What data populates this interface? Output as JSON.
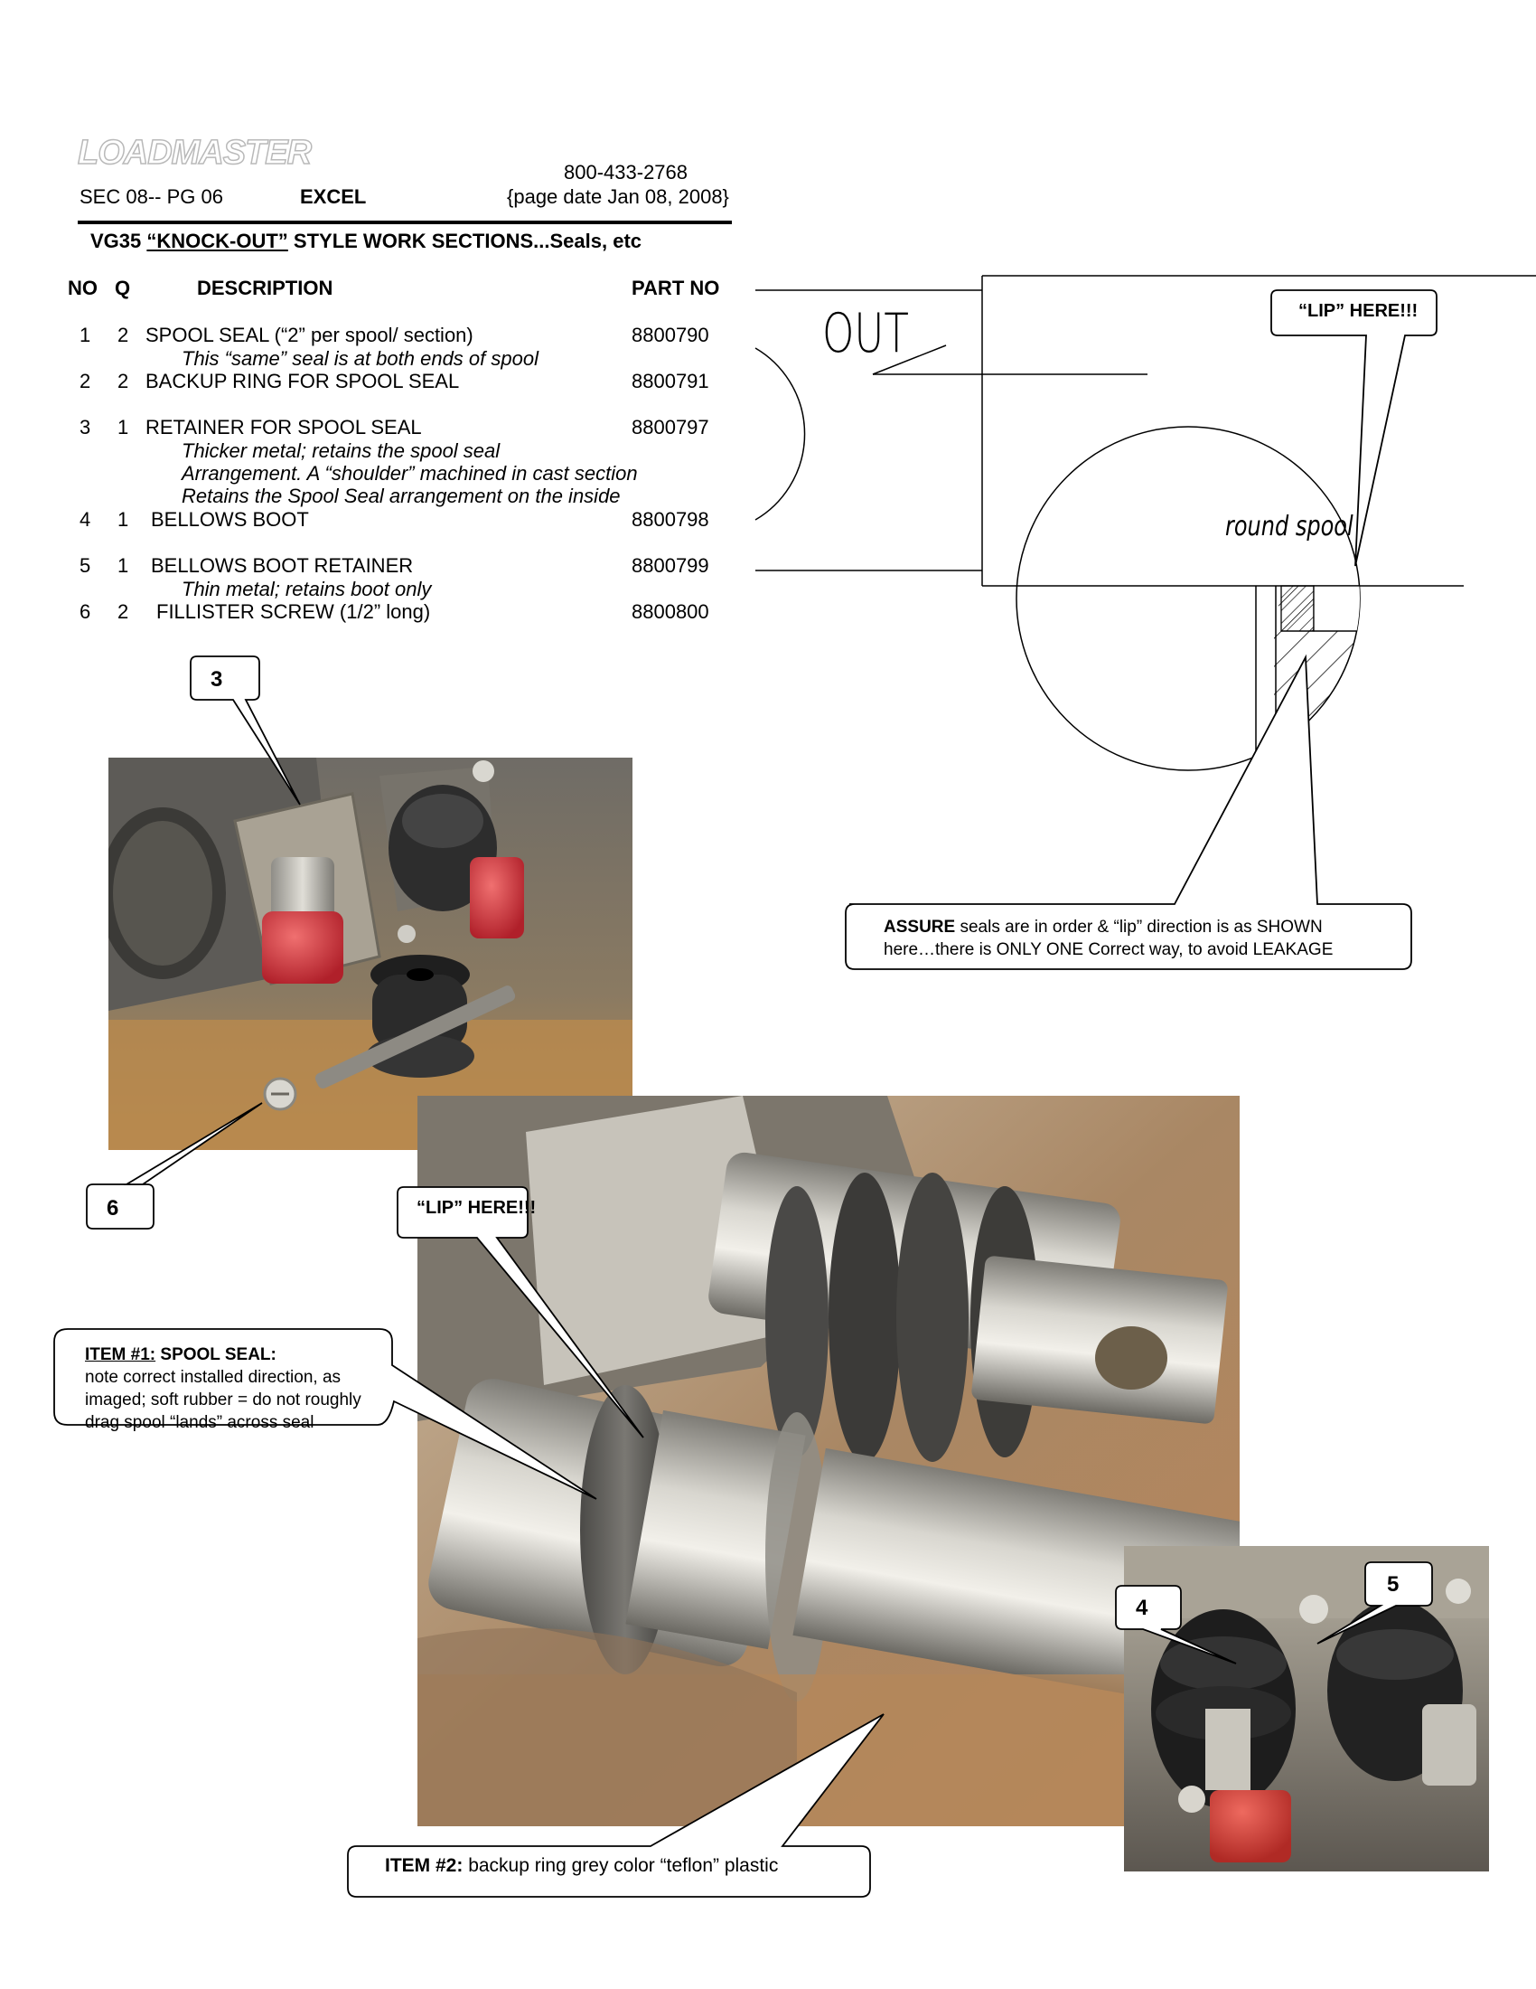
{
  "header": {
    "logo": "LOADMASTER",
    "section_page": "SEC 08-- PG 06",
    "brand": "EXCEL",
    "phone": "800-433-2768",
    "page_date": "{page date Jan 08, 2008}"
  },
  "title": {
    "prefix": "VG35 ",
    "emph": "“KNOCK-OUT”",
    "suffix": " STYLE WORK SECTIONS...Seals, etc"
  },
  "table": {
    "headers": {
      "no": "NO",
      "q": "Q",
      "desc": "DESCRIPTION",
      "part": "PART NO"
    },
    "rows": [
      {
        "no": "1",
        "q": "2",
        "desc": "SPOOL SEAL (“2” per spool/ section)",
        "part": "8800790",
        "notes": [
          "This “same” seal is at both ends of spool"
        ]
      },
      {
        "no": "2",
        "q": "2",
        "desc": "BACKUP RING FOR SPOOL SEAL",
        "part": "8800791",
        "notes": []
      },
      {
        "no": "3",
        "q": "1",
        "desc": "RETAINER FOR SPOOL SEAL",
        "part": "8800797",
        "notes": [
          "Thicker metal; retains the spool seal",
          "Arrangement. A “shoulder” machined in cast section",
          "Retains the Spool Seal arrangement on the inside"
        ]
      },
      {
        "no": "4",
        "q": "1",
        "desc": "BELLOWS BOOT",
        "part": "8800798",
        "notes": []
      },
      {
        "no": "5",
        "q": "1",
        "desc": "BELLOWS BOOT RETAINER",
        "part": "8800799",
        "notes": [
          "Thin metal; retains boot only"
        ]
      },
      {
        "no": "6",
        "q": "2",
        "desc": "FILLISTER SCREW (1/2” long)",
        "part": "8800800",
        "notes": []
      }
    ]
  },
  "diagram": {
    "out_label": "OUT",
    "spool_label": "round  spool",
    "lip_callout": "“LIP” HERE!!!",
    "assure_bold": "ASSURE",
    "assure_line1": " seals are in order & “lip” direction is as SHOWN",
    "assure_line2": "here…there is ONLY ONE Correct way, to avoid LEAKAGE"
  },
  "callouts": {
    "num3": "3",
    "num6": "6",
    "num4": "4",
    "num5": "5",
    "lip_photo": "“LIP” HERE!!!",
    "item1_label": "ITEM #1:",
    "item1_title": " SPOOL SEAL:",
    "item1_lines": [
      "note correct installed direction, as",
      "imaged; soft rubber = do not roughly",
      "drag spool “lands” across seal"
    ],
    "item2_label": "ITEM #2:",
    "item2_text": " backup ring grey color “teflon” plastic"
  },
  "colors": {
    "metal": "#b8b6ad",
    "rubber": "#2a2a2a",
    "mat": "#a66a2c",
    "red_cap": "#c8323a"
  }
}
